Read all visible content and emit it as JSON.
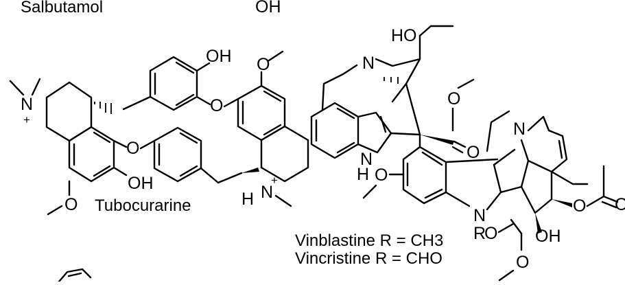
{
  "molecules": {
    "salbutamol": {
      "name": "Salbutamol",
      "oh": "OH"
    },
    "tubocurarine": {
      "name": "Tubocurarine",
      "atoms": {
        "n1": "N",
        "plus1": "+",
        "oh_top": "OH",
        "o_bridge1": "O",
        "o_methoxy": "O",
        "o_bridge2": "O",
        "oh_bottom": "OH",
        "o_bottom": "O",
        "h": "H",
        "n2": "N",
        "plus2": "+"
      }
    },
    "vinblastine": {
      "label_1": "Vinblastine R = CH3",
      "label_2": "Vincristine R = CHO",
      "atoms": {
        "ho": "HO",
        "n_top": "N",
        "o_ester": "O",
        "o_ester_db": "O",
        "nh_n": "N",
        "nh_h": "H",
        "o_methoxy": "O",
        "n_right": "N",
        "n_ring": "N",
        "r": "R",
        "o_r": "O",
        "oh_right": "OH",
        "o_acetoxy": "O",
        "o_bottom": "O",
        "o_edge": "O"
      }
    }
  }
}
